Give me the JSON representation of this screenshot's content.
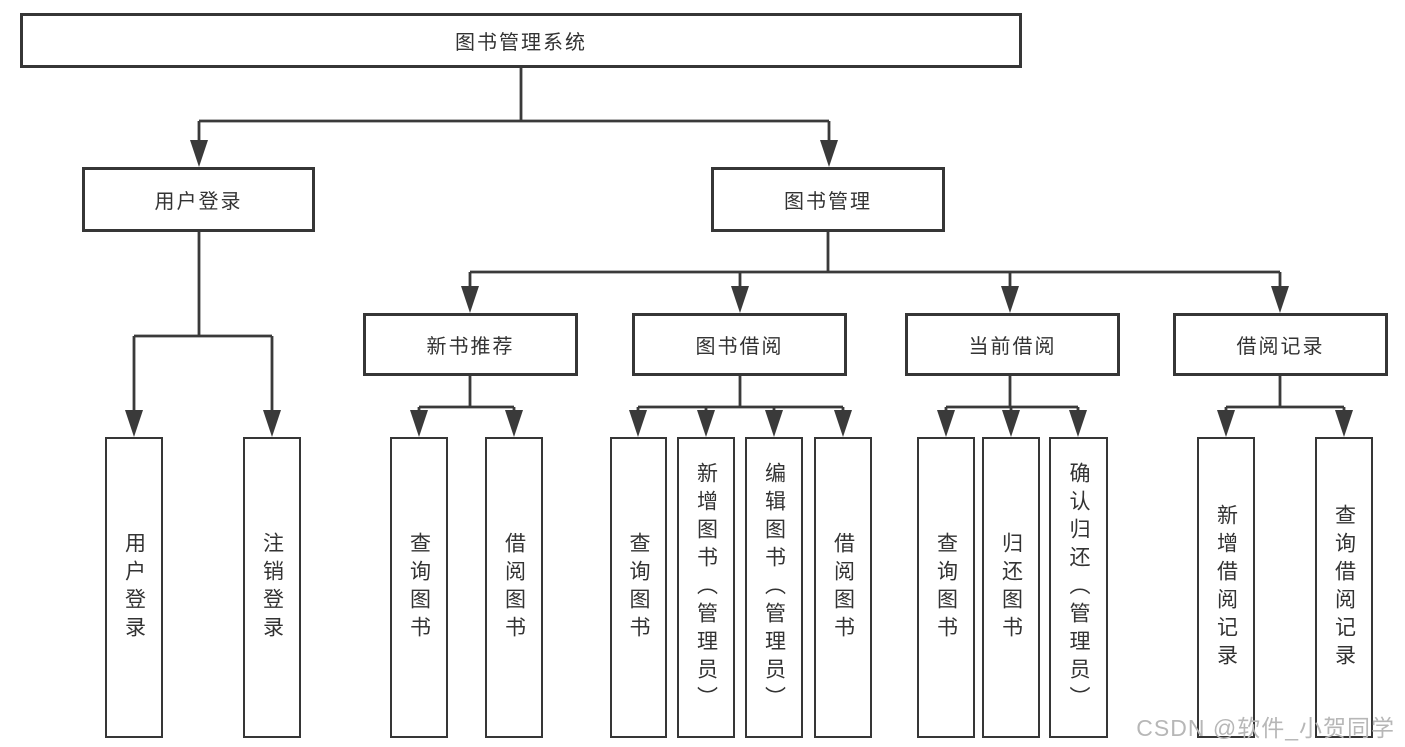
{
  "tree": {
    "root": {
      "label": "图书管理系统"
    },
    "user_login": {
      "label": "用户登录",
      "children": [
        {
          "label": "用户登录"
        },
        {
          "label": "注销登录"
        }
      ]
    },
    "book_mgmt": {
      "label": "图书管理",
      "sections": {
        "new_book_rec": {
          "label": "新书推荐",
          "children": [
            {
              "label": "查询图书"
            },
            {
              "label": "借阅图书"
            }
          ]
        },
        "book_borrow": {
          "label": "图书借阅",
          "children": [
            {
              "label": "查询图书"
            },
            {
              "label": "新增图书（管理员）"
            },
            {
              "label": "编辑图书（管理员）"
            },
            {
              "label": "借阅图书"
            }
          ]
        },
        "current_borrow": {
          "label": "当前借阅",
          "children": [
            {
              "label": "查询图书"
            },
            {
              "label": "归还图书"
            },
            {
              "label": "确认归还（管理员）"
            }
          ]
        },
        "borrow_records": {
          "label": "借阅记录",
          "children": [
            {
              "label": "新增借阅记录"
            },
            {
              "label": "查询借阅记录"
            }
          ]
        }
      }
    }
  },
  "watermark": {
    "text": "CSDN @软件_小贺同学"
  },
  "colors": {
    "line": "#3a3a3a",
    "border": "#363636",
    "text": "#333333",
    "watermark": "#b7b7b7",
    "background": "#ffffff"
  }
}
